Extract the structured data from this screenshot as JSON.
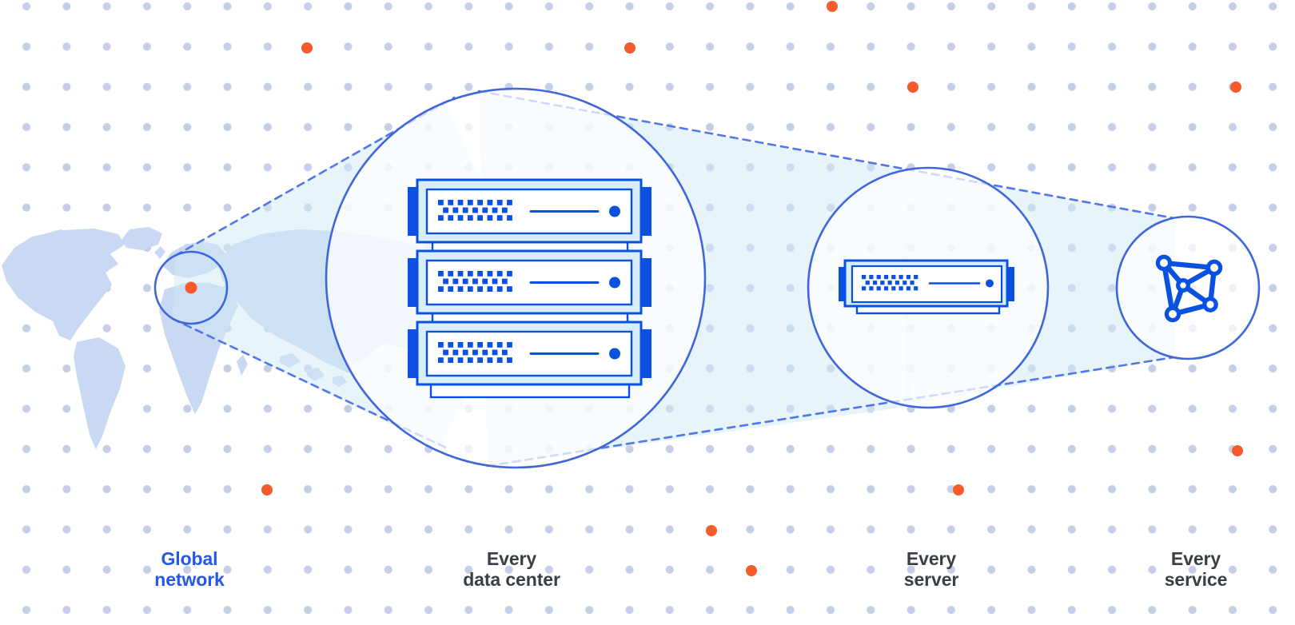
{
  "colors": {
    "background": "#ffffff",
    "grid_dot": "#c5cee6",
    "accent_orange": "#f75b2b",
    "accent_blue": "#0b51e0",
    "server_fill_light": "#d9eefa",
    "circle_stroke": "#3f66db",
    "dash_stroke": "#5377e8",
    "beam_fill": "#cfe9f3",
    "map_fill": "#c9d8f3",
    "label_dark": "#3a3e45",
    "label_blue": "#2456f0"
  },
  "stages": [
    {
      "label_line1": "Global",
      "label_line2": "network",
      "emphasis": "blue",
      "icon": "world-map-highlight-circle-icon"
    },
    {
      "label_line1": "Every",
      "label_line2": "data center",
      "emphasis": "dark",
      "icon": "server-rack-icon"
    },
    {
      "label_line1": "Every",
      "label_line2": "server",
      "emphasis": "dark",
      "icon": "server-icon"
    },
    {
      "label_line1": "Every",
      "label_line2": "service",
      "emphasis": "dark",
      "icon": "network-graph-icon"
    }
  ]
}
